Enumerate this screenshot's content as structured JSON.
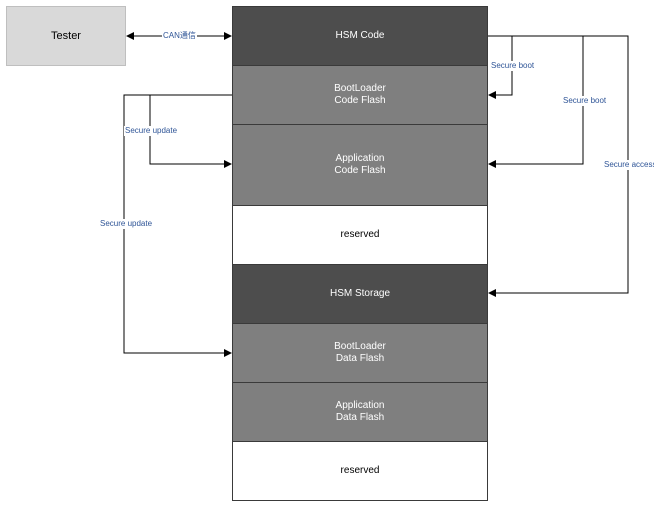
{
  "tester": {
    "label": "Tester"
  },
  "memory_blocks": [
    {
      "id": "hsm-code",
      "lines": [
        "HSM Code"
      ]
    },
    {
      "id": "bootloader-code-flash",
      "lines": [
        "BootLoader",
        "Code Flash"
      ]
    },
    {
      "id": "application-code-flash",
      "lines": [
        "Application",
        "Code Flash"
      ]
    },
    {
      "id": "reserved-1",
      "lines": [
        "reserved"
      ]
    },
    {
      "id": "hsm-storage",
      "lines": [
        "HSM Storage"
      ]
    },
    {
      "id": "bootloader-data-flash",
      "lines": [
        "BootLoader",
        "Data Flash"
      ]
    },
    {
      "id": "application-data-flash",
      "lines": [
        "Application",
        "Data Flash"
      ]
    },
    {
      "id": "reserved-2",
      "lines": [
        "reserved"
      ]
    }
  ],
  "edge_labels": {
    "can": "CAN通信",
    "secure_boot_1": "Secure boot",
    "secure_boot_2": "Secure boot",
    "secure_access": "Secure access",
    "secure_update_1": "Secure update",
    "secure_update_2": "Secure update"
  },
  "colors": {
    "dark_block": "#4d4d4d",
    "mid_block": "#7f7f7f",
    "tester_block": "#d9d9d9",
    "label_text": "#2f5597"
  }
}
